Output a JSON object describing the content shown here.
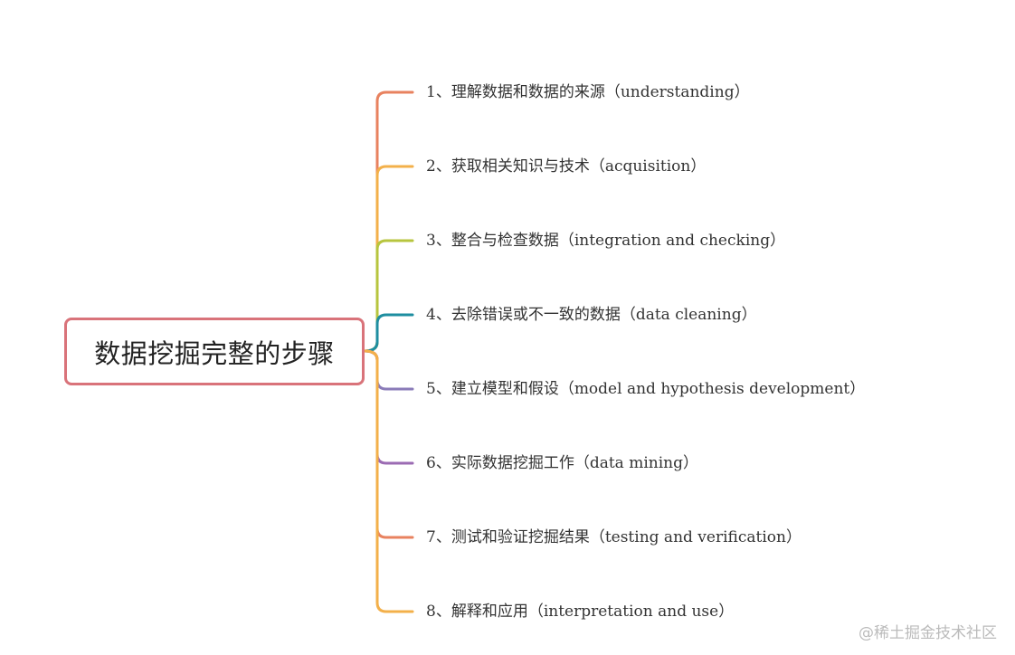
{
  "mindmap": {
    "root": {
      "label": "数据挖掘完整的步骤",
      "color": "#d9737a"
    },
    "branches": [
      {
        "label": "1、理解数据和数据的来源（understanding）",
        "color": "#e8825f"
      },
      {
        "label": "2、获取相关知识与技术（acquisition）",
        "color": "#f3b04a"
      },
      {
        "label": "3、整合与检查数据（integration and checking）",
        "color": "#b7c53e"
      },
      {
        "label": "4、去除错误或不一致的数据（data cleaning）",
        "color": "#1e8ea0"
      },
      {
        "label": "5、建立模型和假设（model and hypothesis development）",
        "color": "#8a7bb8"
      },
      {
        "label": "6、实际数据挖掘工作（data mining）",
        "color": "#9b6bb3"
      },
      {
        "label": "7、测试和验证挖掘结果（testing and verification）",
        "color": "#e8825f"
      },
      {
        "label": "8、解释和应用（interpretation and use）",
        "color": "#f3b04a"
      }
    ]
  },
  "watermark": {
    "text": "@稀土掘金技术社区"
  }
}
